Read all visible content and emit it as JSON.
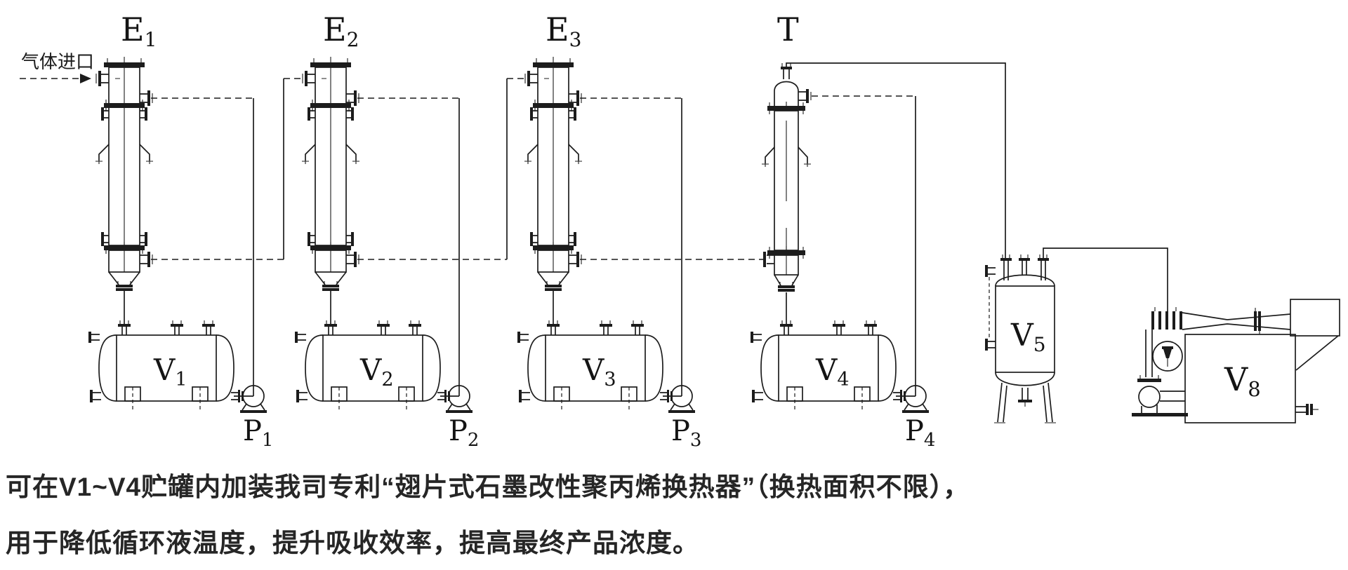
{
  "colors": {
    "ink": "#1c1c1c",
    "background": "#ffffff"
  },
  "gas_inlet_label": "气体进口",
  "labels": {
    "columns": [
      {
        "base": "E",
        "sub": "1"
      },
      {
        "base": "E",
        "sub": "2"
      },
      {
        "base": "E",
        "sub": "3"
      },
      {
        "base": "T",
        "sub": ""
      }
    ],
    "tanks": [
      {
        "base": "V",
        "sub": "1"
      },
      {
        "base": "V",
        "sub": "2"
      },
      {
        "base": "V",
        "sub": "3"
      },
      {
        "base": "V",
        "sub": "4"
      }
    ],
    "pumps": [
      {
        "base": "P",
        "sub": "1"
      },
      {
        "base": "P",
        "sub": "2"
      },
      {
        "base": "P",
        "sub": "3"
      },
      {
        "base": "P",
        "sub": "4"
      }
    ],
    "vessel_v5": {
      "base": "V",
      "sub": "5"
    },
    "unit_v8": {
      "base": "V",
      "sub": "8"
    }
  },
  "note": {
    "line1": "可在V1~V4贮罐内加装我司专利“翅片式石墨改性聚丙烯换热器”（换热面积不限），",
    "line2": "用于降低循环液温度，提升吸收效率，提高最终产品浓度。"
  }
}
